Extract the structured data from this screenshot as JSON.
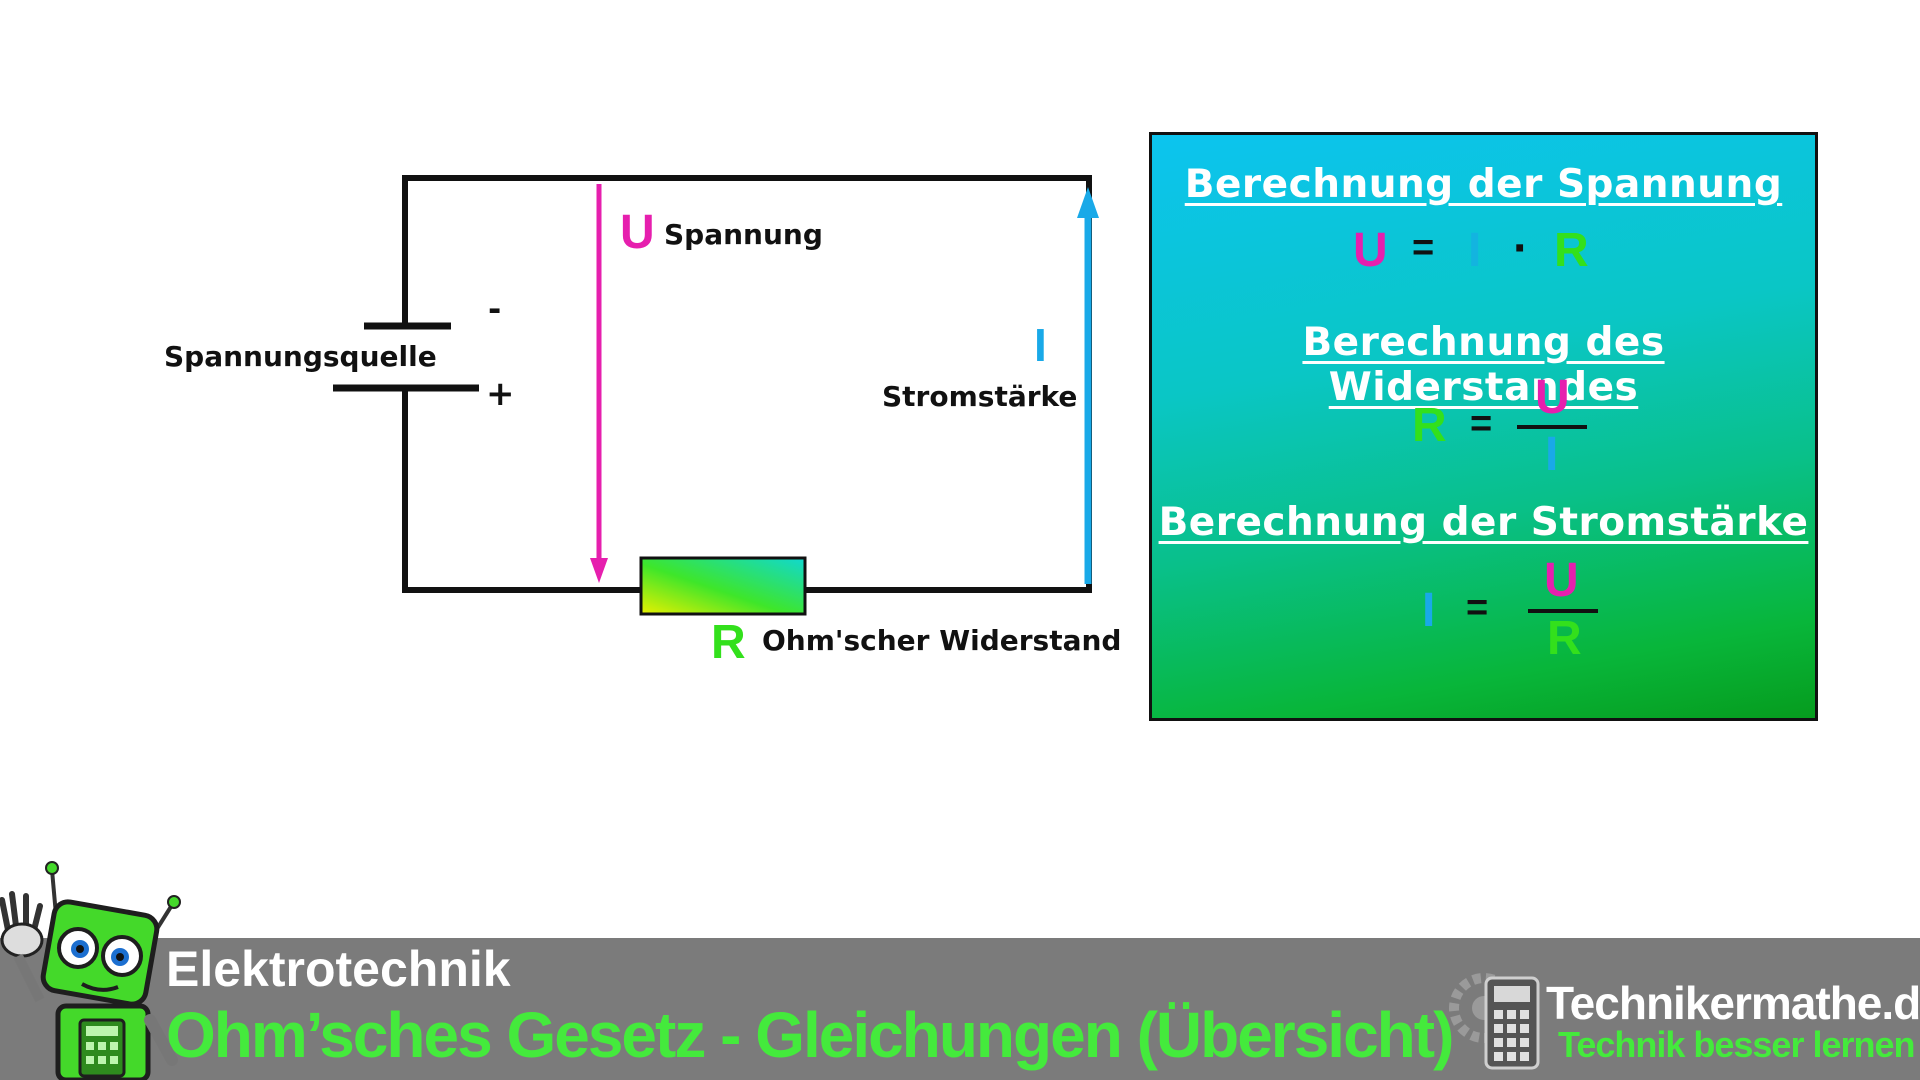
{
  "circuit": {
    "source_label": "Spannungsquelle",
    "minus_label": "-",
    "plus_label": "+",
    "voltage_symbol": "U",
    "voltage_label": "Spannung",
    "current_symbol": "I",
    "current_label": "Stromstärke",
    "resistor_symbol": "R",
    "resistor_label": "Ohm'scher Widerstand"
  },
  "panel": {
    "voltage_title": "Berechnung der Spannung",
    "voltage_formula": {
      "lhs": "U",
      "eq": "=",
      "a": "I",
      "op": "·",
      "b": "R"
    },
    "resistance_title": "Berechnung des Widerstandes",
    "resistance_formula": {
      "lhs": "R",
      "eq": "=",
      "num": "U",
      "den": "I"
    },
    "current_title": "Berechnung der Stromstärke",
    "current_formula": {
      "lhs": "I",
      "eq": "=",
      "num": "U",
      "den": "R"
    }
  },
  "footer": {
    "category": "Elektrotechnik",
    "title": "Ohm’sches Gesetz  - Gleichungen (Übersicht)",
    "brand": "Technikermathe.de",
    "slogan": "Technik besser lernen"
  },
  "colors": {
    "voltage": "#e61fae",
    "current": "#19a9e8",
    "resistance": "#33e01c",
    "wire": "#111111",
    "footer_bg": "#7b7b7b",
    "footer_accent": "#44ea3c"
  }
}
